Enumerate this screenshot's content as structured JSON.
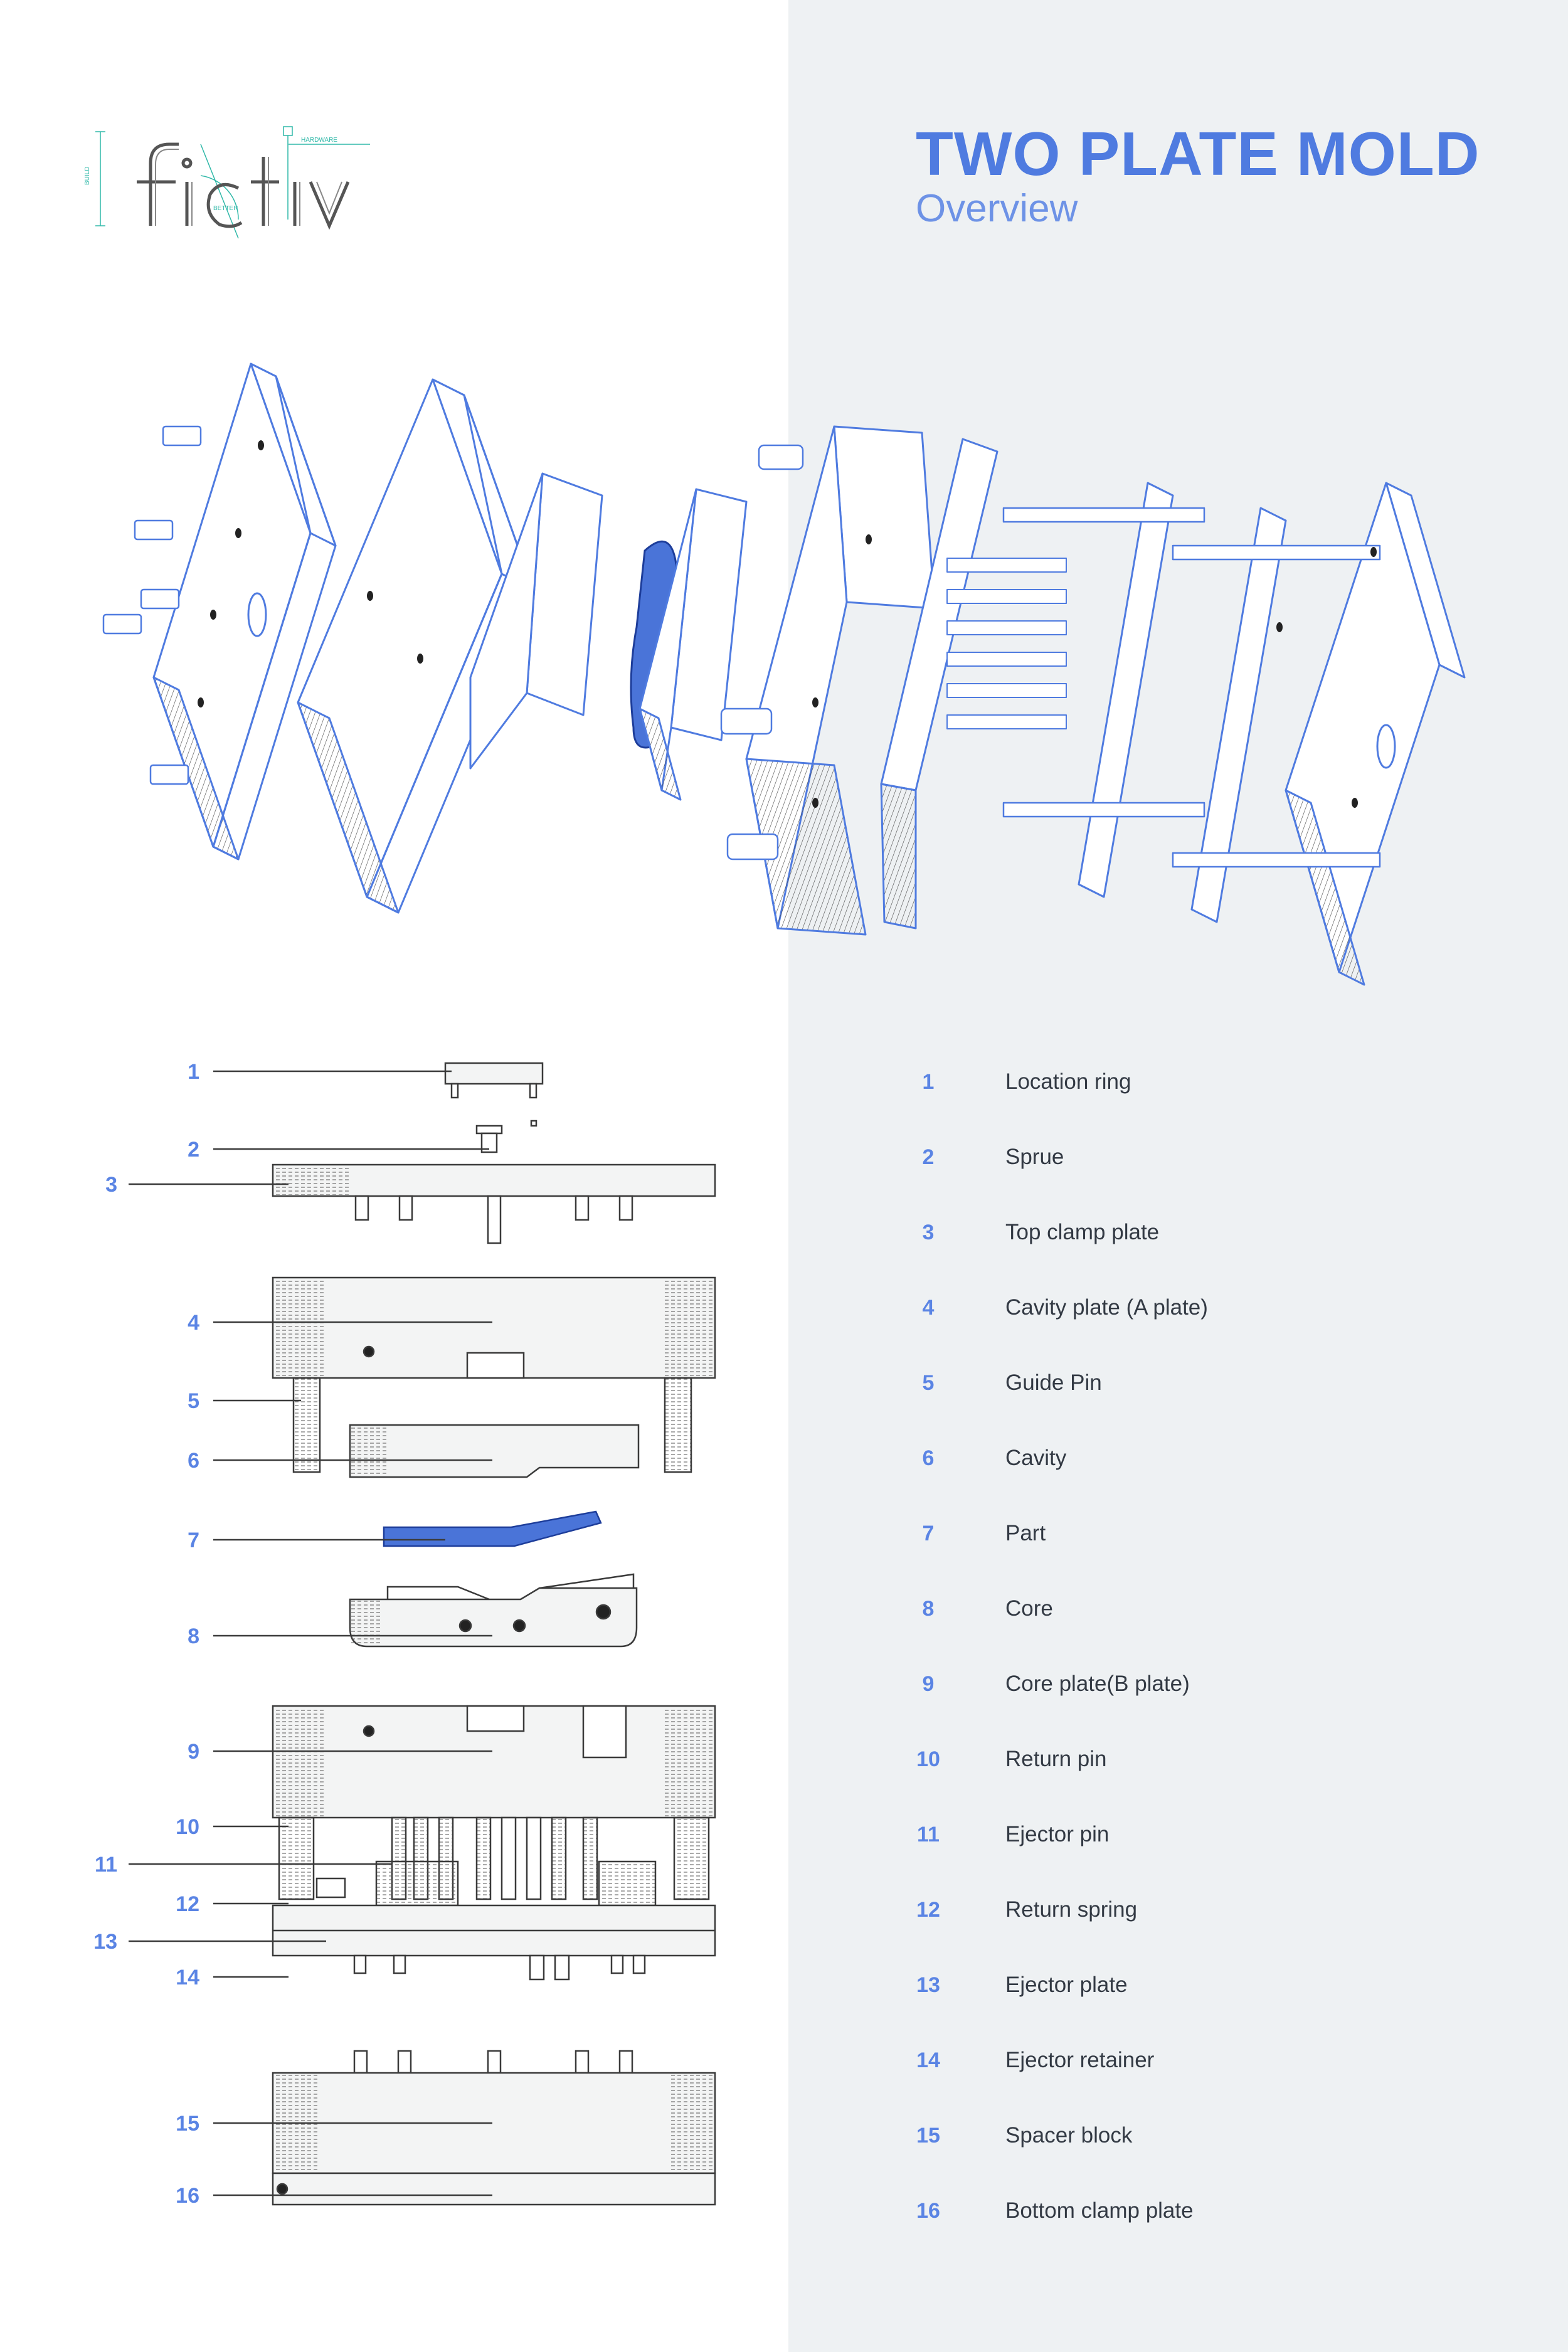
{
  "logo": {
    "text": "fictiv",
    "tag_hardware": "HARDWARE",
    "tag_better": "BETTER",
    "tag_build": "BUILD"
  },
  "header": {
    "title": "TWO PLATE MOLD",
    "subtitle": "Overview"
  },
  "colors": {
    "accent": "#4f7be0",
    "panel": "#eef1f3",
    "line": "#3a3a3a",
    "part": "#4a74d8"
  },
  "legend": [
    {
      "num": "1",
      "label": "Location ring"
    },
    {
      "num": "2",
      "label": "Sprue"
    },
    {
      "num": "3",
      "label": "Top clamp plate"
    },
    {
      "num": "4",
      "label": "Cavity plate (A plate)"
    },
    {
      "num": "5",
      "label": "Guide Pin"
    },
    {
      "num": "6",
      "label": "Cavity"
    },
    {
      "num": "7",
      "label": "Part"
    },
    {
      "num": "8",
      "label": "Core"
    },
    {
      "num": "9",
      "label": "Core plate(B plate)"
    },
    {
      "num": "10",
      "label": "Return pin"
    },
    {
      "num": "11",
      "label": "Ejector pin"
    },
    {
      "num": "12",
      "label": "Return spring"
    },
    {
      "num": "13",
      "label": "Ejector plate"
    },
    {
      "num": "14",
      "label": "Ejector retainer"
    },
    {
      "num": "15",
      "label": "Spacer block"
    },
    {
      "num": "16",
      "label": "Bottom clamp plate"
    }
  ]
}
